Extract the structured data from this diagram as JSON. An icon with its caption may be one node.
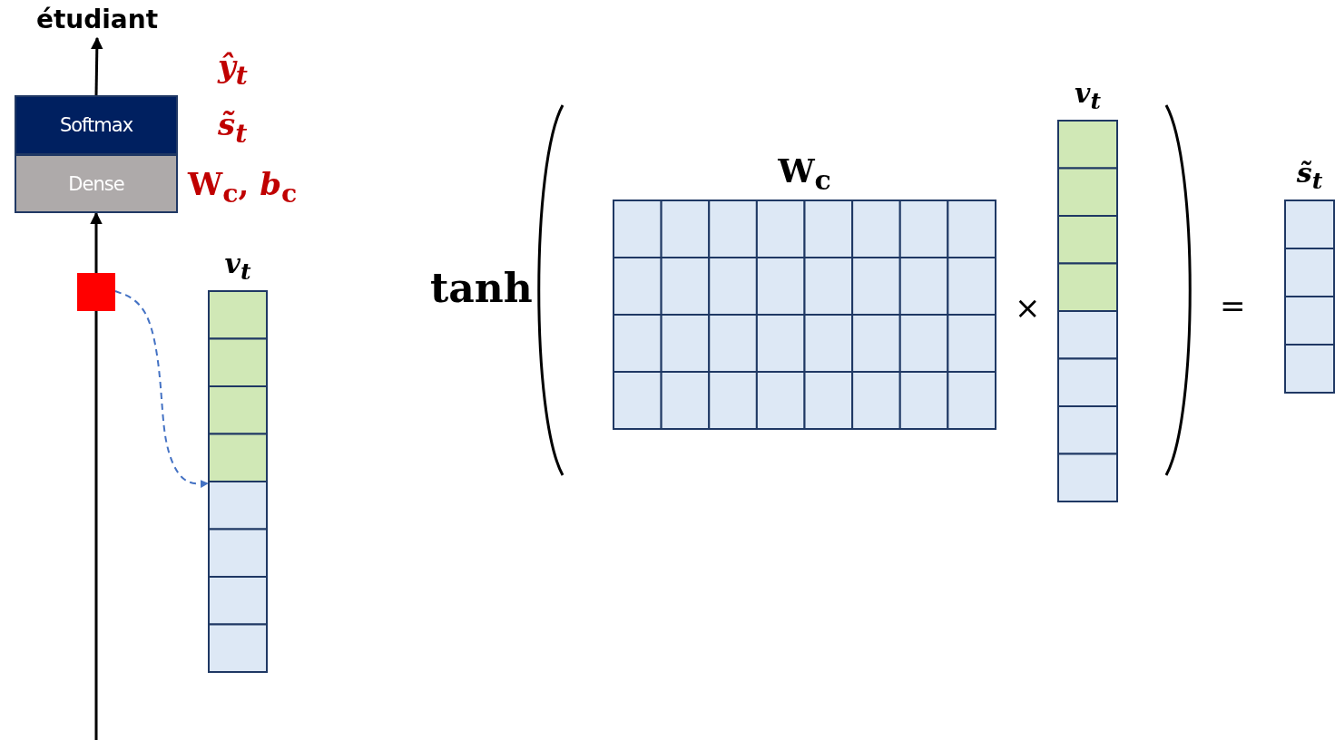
{
  "diagram": {
    "nodes": [
      {
        "text": [
          "étudiant"
        ]
      },
      {
        "text": [
          "Softmax"
        ]
      },
      {
        "text": [
          "Dense"
        ]
      },
      {
        "text": [],
        "shape": "box"
      },
      {
        "text": [
          "v$_{t}$"
        ]
      },
      {
        "text": [
          "W$_{c}$"
        ]
      },
      {
        "text": [
          "v$_{t}$"
        ]
      },
      {
        "text": [
          "s̃$_{t}$"
        ]
      }
    ],
    "edges": [
      {
        "from": 1,
        "to": 0,
        "arrow": "to"
      },
      {
        "from": null,
        "to": 3,
        "arrow": "none"
      },
      {
        "from": 3,
        "to": 2,
        "arrow": "to"
      },
      {
        "from": 3,
        "to": 4,
        "arrow": "to",
        "style": "dashed",
        "color": "#4472c4"
      }
    ],
    "labels": [
      "ŷ$_{t}$",
      "s̃$_{t}$",
      "W$_{c}$, *b*$_{c}$",
      "tanh",
      "×",
      "="
    ]
  }
}
